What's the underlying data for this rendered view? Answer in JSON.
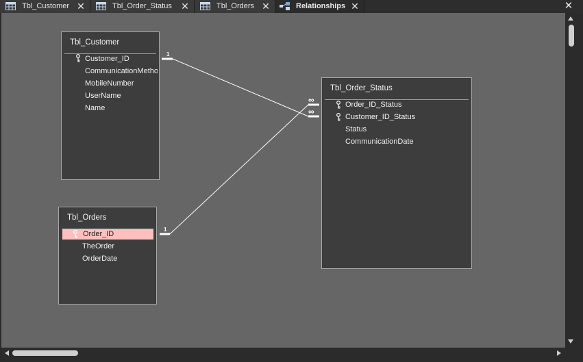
{
  "tabs": [
    {
      "label": "Tbl_Customer",
      "icon": "table-icon",
      "active": false
    },
    {
      "label": "Tbl_Order_Status",
      "icon": "table-icon",
      "active": false
    },
    {
      "label": "Tbl_Orders",
      "icon": "table-icon",
      "active": false
    },
    {
      "label": "Relationships",
      "icon": "relationships-icon",
      "active": true
    }
  ],
  "tables": {
    "customer": {
      "title": "Tbl_Customer",
      "fields": [
        {
          "label": "Customer_ID",
          "key": true
        },
        {
          "label": "CommunicationMethod",
          "key": false
        },
        {
          "label": "MobileNumber",
          "key": false
        },
        {
          "label": "UserName",
          "key": false
        },
        {
          "label": "Name",
          "key": false
        }
      ]
    },
    "order_status": {
      "title": "Tbl_Order_Status",
      "fields": [
        {
          "label": "Order_ID_Status",
          "key": true
        },
        {
          "label": "Customer_ID_Status",
          "key": true
        },
        {
          "label": "Status",
          "key": false
        },
        {
          "label": "CommunicationDate",
          "key": false
        }
      ]
    },
    "orders": {
      "title": "Tbl_Orders",
      "fields": [
        {
          "label": "Order_ID",
          "key": true,
          "selected": true
        },
        {
          "label": "TheOrder",
          "key": false
        },
        {
          "label": "OrderDate",
          "key": false
        }
      ]
    }
  },
  "relationships": [
    {
      "from_table": "Tbl_Customer",
      "from_field": "Customer_ID",
      "from_cardinality": "1",
      "to_table": "Tbl_Order_Status",
      "to_field": "Customer_ID_Status",
      "to_cardinality": "∞"
    },
    {
      "from_table": "Tbl_Orders",
      "from_field": "Order_ID",
      "from_cardinality": "1",
      "to_table": "Tbl_Order_Status",
      "to_field": "Order_ID_Status",
      "to_cardinality": "∞"
    }
  ],
  "colors": {
    "canvas": "#666666",
    "table_bg": "#3d3d3d",
    "selected_field": "#ffbfbf",
    "chrome": "#2b2b2b"
  }
}
